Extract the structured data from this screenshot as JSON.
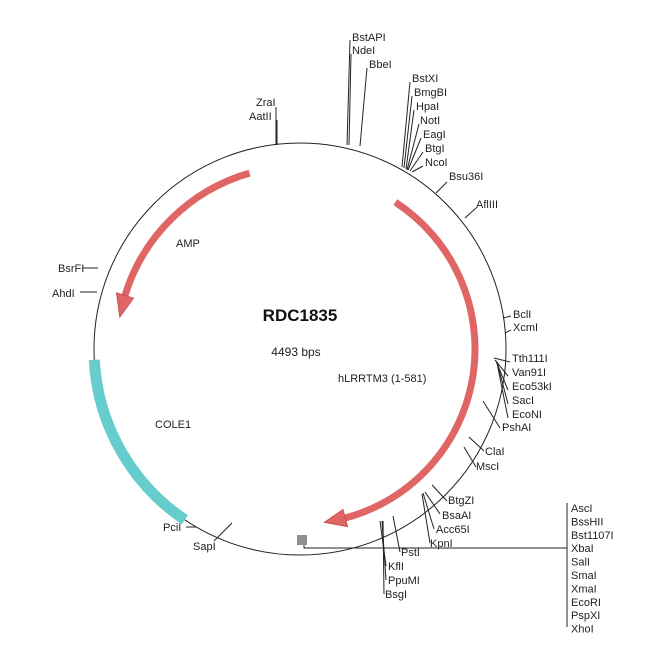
{
  "plasmid": {
    "name": "RDC1835",
    "size_label": "4493 bps"
  },
  "features": [
    {
      "name": "AMP",
      "color": "#e06666"
    },
    {
      "name": "hLRRTM3 (1-581)",
      "color": "#e06666"
    },
    {
      "name": "COLE1",
      "color": "#66cccc"
    }
  ],
  "sites": [
    "BstAPI",
    "NdeI",
    "BbeI",
    "BstXI",
    "BmgBI",
    "HpaI",
    "NotI",
    "EagI",
    "BtgI",
    "NcoI",
    "Bsu36I",
    "AflIII",
    "ZraI",
    "AatII",
    "BsrFI",
    "AhdI",
    "BclI",
    "XcmI",
    "Tth111I",
    "Van91I",
    "Eco53kI",
    "SacI",
    "EcoNI",
    "PshAI",
    "ClaI",
    "MscI",
    "BtgZI",
    "BsaAI",
    "Acc65I",
    "KpnI",
    "PstI",
    "KflI",
    "PpuMI",
    "BsgI",
    "PciI",
    "SapI"
  ],
  "mcs_sites": [
    "AscI",
    "BssHII",
    "Bst1107I",
    "XbaI",
    "SalI",
    "SmaI",
    "XmaI",
    "EcoRI",
    "PspXI",
    "XhoI"
  ]
}
